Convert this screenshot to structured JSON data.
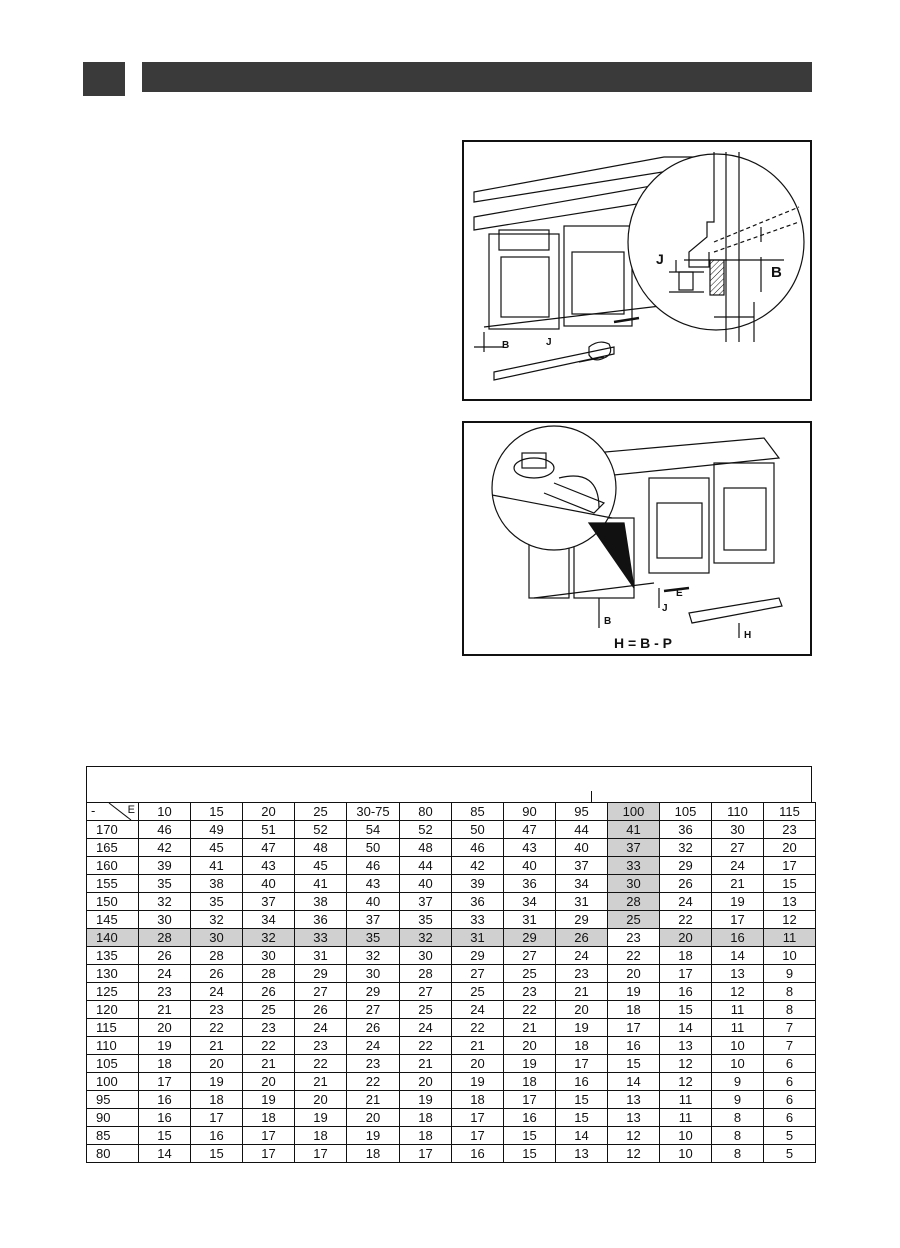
{
  "figures": {
    "fig1": {
      "labels": {
        "j": "J",
        "b": "B",
        "j_small": "J",
        "b_small": "B"
      }
    },
    "fig2": {
      "labels": {
        "e": "E",
        "j": "J",
        "b": "B",
        "h": "H",
        "formula": "H = B - P"
      }
    }
  },
  "table": {
    "corner_dash": "-",
    "corner_e": "E",
    "columns": [
      "10",
      "15",
      "20",
      "25",
      "30-75",
      "80",
      "85",
      "90",
      "95",
      "100",
      "105",
      "110",
      "115"
    ],
    "highlight_column_index": 9,
    "highlight_row_index": 6,
    "rows": [
      {
        "h": "170",
        "v": [
          "46",
          "49",
          "51",
          "52",
          "54",
          "52",
          "50",
          "47",
          "44",
          "41",
          "36",
          "30",
          "23"
        ]
      },
      {
        "h": "165",
        "v": [
          "42",
          "45",
          "47",
          "48",
          "50",
          "48",
          "46",
          "43",
          "40",
          "37",
          "32",
          "27",
          "20"
        ]
      },
      {
        "h": "160",
        "v": [
          "39",
          "41",
          "43",
          "45",
          "46",
          "44",
          "42",
          "40",
          "37",
          "33",
          "29",
          "24",
          "17"
        ]
      },
      {
        "h": "155",
        "v": [
          "35",
          "38",
          "40",
          "41",
          "43",
          "40",
          "39",
          "36",
          "34",
          "30",
          "26",
          "21",
          "15"
        ]
      },
      {
        "h": "150",
        "v": [
          "32",
          "35",
          "37",
          "38",
          "40",
          "37",
          "36",
          "34",
          "31",
          "28",
          "24",
          "19",
          "13"
        ]
      },
      {
        "h": "145",
        "v": [
          "30",
          "32",
          "34",
          "36",
          "37",
          "35",
          "33",
          "31",
          "29",
          "25",
          "22",
          "17",
          "12"
        ]
      },
      {
        "h": "140",
        "v": [
          "28",
          "30",
          "32",
          "33",
          "35",
          "32",
          "31",
          "29",
          "26",
          "23",
          "20",
          "16",
          "11"
        ]
      },
      {
        "h": "135",
        "v": [
          "26",
          "28",
          "30",
          "31",
          "32",
          "30",
          "29",
          "27",
          "24",
          "22",
          "18",
          "14",
          "10"
        ]
      },
      {
        "h": "130",
        "v": [
          "24",
          "26",
          "28",
          "29",
          "30",
          "28",
          "27",
          "25",
          "23",
          "20",
          "17",
          "13",
          "9"
        ]
      },
      {
        "h": "125",
        "v": [
          "23",
          "24",
          "26",
          "27",
          "29",
          "27",
          "25",
          "23",
          "21",
          "19",
          "16",
          "12",
          "8"
        ]
      },
      {
        "h": "120",
        "v": [
          "21",
          "23",
          "25",
          "26",
          "27",
          "25",
          "24",
          "22",
          "20",
          "18",
          "15",
          "11",
          "8"
        ]
      },
      {
        "h": "115",
        "v": [
          "20",
          "22",
          "23",
          "24",
          "26",
          "24",
          "22",
          "21",
          "19",
          "17",
          "14",
          "11",
          "7"
        ]
      },
      {
        "h": "110",
        "v": [
          "19",
          "21",
          "22",
          "23",
          "24",
          "22",
          "21",
          "20",
          "18",
          "16",
          "13",
          "10",
          "7"
        ]
      },
      {
        "h": "105",
        "v": [
          "18",
          "20",
          "21",
          "22",
          "23",
          "21",
          "20",
          "19",
          "17",
          "15",
          "12",
          "10",
          "6"
        ]
      },
      {
        "h": "100",
        "v": [
          "17",
          "19",
          "20",
          "21",
          "22",
          "20",
          "19",
          "18",
          "16",
          "14",
          "12",
          "9",
          "6"
        ]
      },
      {
        "h": "95",
        "v": [
          "16",
          "18",
          "19",
          "20",
          "21",
          "19",
          "18",
          "17",
          "15",
          "13",
          "11",
          "9",
          "6"
        ]
      },
      {
        "h": "90",
        "v": [
          "16",
          "17",
          "18",
          "19",
          "20",
          "18",
          "17",
          "16",
          "15",
          "13",
          "11",
          "8",
          "6"
        ]
      },
      {
        "h": "85",
        "v": [
          "15",
          "16",
          "17",
          "18",
          "19",
          "18",
          "17",
          "15",
          "14",
          "12",
          "10",
          "8",
          "5"
        ]
      },
      {
        "h": "80",
        "v": [
          "14",
          "15",
          "17",
          "17",
          "18",
          "17",
          "16",
          "15",
          "13",
          "12",
          "10",
          "8",
          "5"
        ]
      }
    ]
  }
}
